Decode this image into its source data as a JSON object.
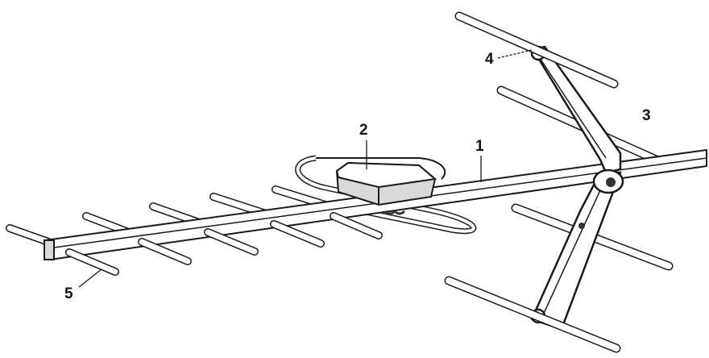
{
  "labels": {
    "boom": "1",
    "feed_box": "2",
    "reflector": "3",
    "bracket": "4",
    "director": "5"
  },
  "colors": {
    "line": "#1a1a1a",
    "fill": "#ffffff",
    "shade": "#d9d9d9",
    "dark": "#333333"
  },
  "icons": {
    "boom": "antenna-boom",
    "feed_box": "balun-box",
    "reflector": "reflector-rods",
    "bracket": "mast-bracket",
    "director": "director-rod"
  }
}
